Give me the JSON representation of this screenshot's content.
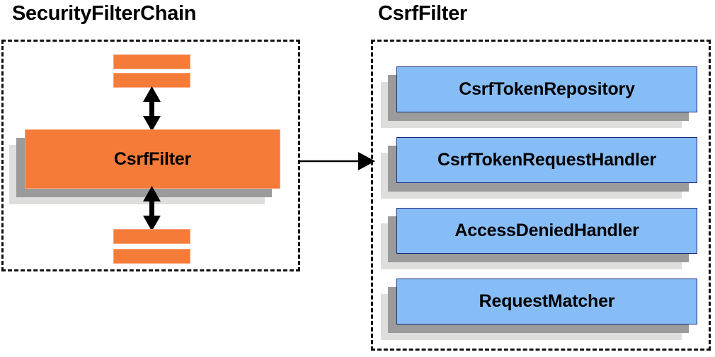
{
  "diagram": {
    "title_left": "SecurityFilterChain",
    "title_right": "CsrfFilter",
    "background": "#ffffff",
    "colors": {
      "orange_fill": "#f47b38",
      "orange_border": "#f9a077",
      "blue_fill": "#87bdf7",
      "blue_border": "#15257a",
      "shadow_near": "#9b9b9b",
      "shadow_far": "#dededd",
      "outline": "#111111",
      "arrow": "#000000"
    }
  },
  "left_panel": {
    "name": "SecurityFilterChain",
    "highlighted_filter": "CsrfFilter",
    "chain_bars_above": 2,
    "chain_bars_below": 2,
    "arrows": [
      {
        "id": "arrow-up-down-above",
        "style": "double-headed-vertical"
      },
      {
        "id": "arrow-up-down-below",
        "style": "double-headed-vertical"
      }
    ]
  },
  "right_panel": {
    "name": "CsrfFilter",
    "collaborators": [
      {
        "label": "CsrfTokenRepository"
      },
      {
        "label": "CsrfTokenRequestHandler"
      },
      {
        "label": "AccessDeniedHandler"
      },
      {
        "label": "RequestMatcher"
      }
    ]
  },
  "connector": {
    "id": "arrow-left-to-right",
    "style": "single-headed-horizontal",
    "from": "CsrfFilter (SecurityFilterChain)",
    "to": "CsrfFilter (detail panel)"
  }
}
